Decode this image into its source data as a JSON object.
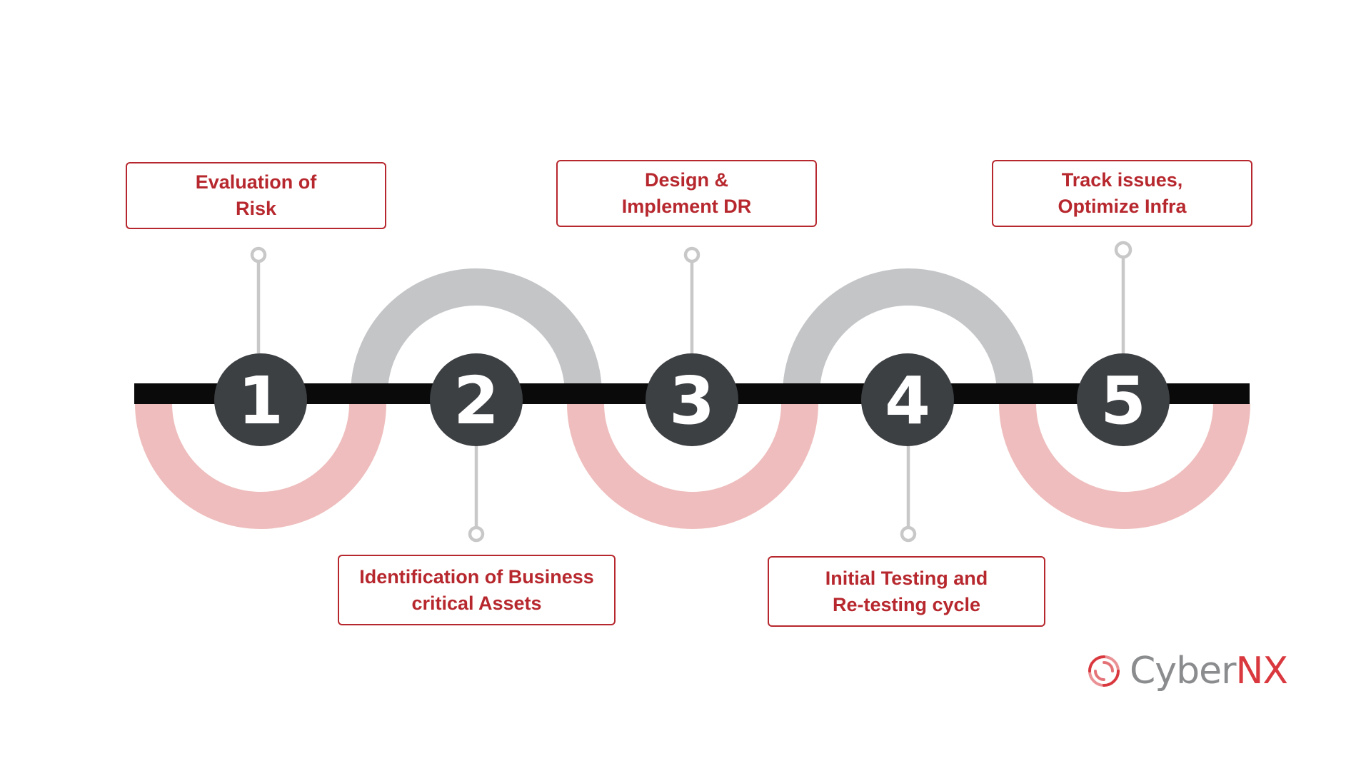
{
  "steps": [
    {
      "number": "1",
      "line1": "Evaluation of",
      "line2": "Risk"
    },
    {
      "number": "2",
      "line1": "Identification of Business",
      "line2": "critical Assets"
    },
    {
      "number": "3",
      "line1": "Design &",
      "line2": "Implement DR"
    },
    {
      "number": "4",
      "line1": "Initial Testing and",
      "line2": "Re-testing cycle"
    },
    {
      "number": "5",
      "line1": "Track issues,",
      "line2": "Optimize Infra"
    }
  ],
  "logo": {
    "part1": "Cyber",
    "part2": "NX"
  },
  "colors": {
    "accent": "#b7282e",
    "arc_pink": "#efbdbd",
    "arc_gray": "#c4c5c7",
    "circle": "#3d4043",
    "track": "#0a0a0a"
  }
}
